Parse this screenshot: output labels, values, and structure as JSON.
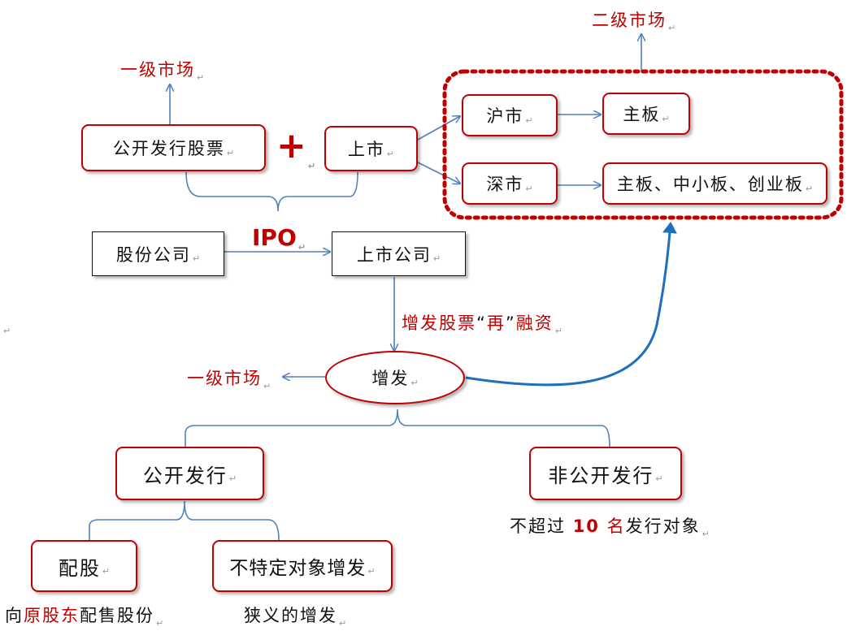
{
  "primary_market_top": "一级市场",
  "secondary_market": "二级市场",
  "public_issue_stock": "公开发行股票",
  "plus_sign": "+",
  "listing": "上市",
  "shanghai": "沪市",
  "shenzhen": "深市",
  "main_board": "主板",
  "sz_boards": "主板、中小板、创业板",
  "joint_stock_company": "股份公司",
  "ipo": "IPO",
  "listed_company": "上市公司",
  "refinancing_label": {
    "before": "增发股票",
    "quote_open": "“",
    "middle": "再",
    "quote_close": "”",
    "after": "融资"
  },
  "additional_issue": "增发",
  "primary_market_left": "一级市场",
  "public_offering": "公开发行",
  "non_public_offering": "非公开发行",
  "non_public_note": {
    "before": "不超过 ",
    "number": "10",
    "unit": " 名",
    "after": "发行对象"
  },
  "rights_issue": "配股",
  "unspecific_issue": "不特定对象增发",
  "rights_note": {
    "before": "向",
    "highlight": "原股东",
    "after": "配售股份"
  },
  "narrow_note": "狭义的增发",
  "paragraph_mark": "↵",
  "colors": {
    "red": "#c00000",
    "blue_line": "#4f81bd",
    "blue_curve": "#1f6fbf"
  }
}
